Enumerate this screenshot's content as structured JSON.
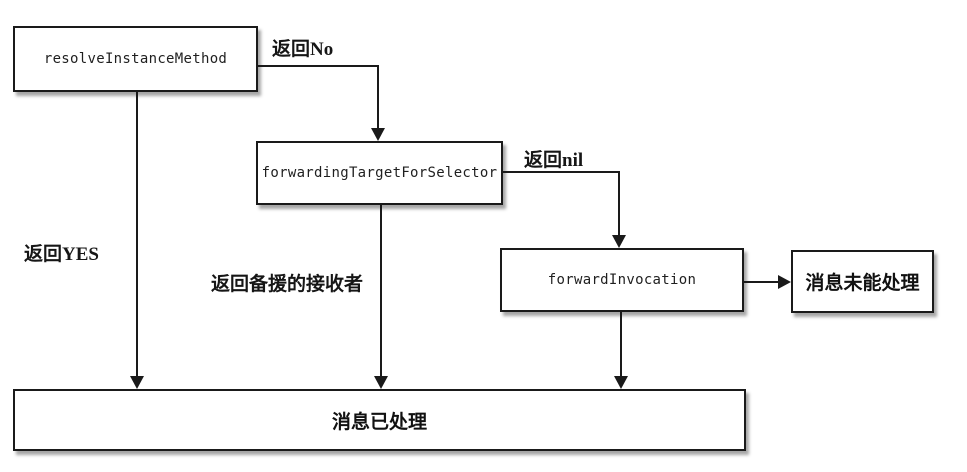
{
  "diagram": {
    "nodes": {
      "resolve_instance_method": {
        "label": "resolveInstanceMethod"
      },
      "forwarding_target_for_selector": {
        "label": "forwardingTargetForSelector"
      },
      "forward_invocation": {
        "label": "forwardInvocation"
      },
      "message_not_handled": {
        "label": "消息未能处理"
      },
      "message_handled": {
        "label": "消息已处理"
      }
    },
    "edges": {
      "return_no": {
        "label": "返回No"
      },
      "return_yes": {
        "label": "返回YES"
      },
      "return_nil": {
        "label": "返回nil"
      },
      "return_backup_receiver": {
        "label": "返回备援的接收者"
      }
    },
    "colors": {
      "line": "#1a1a1a",
      "box_background": "#ffffff",
      "code_text": "#1f1f1f",
      "label_text": "#161616",
      "page_background": "#ffffff"
    }
  }
}
